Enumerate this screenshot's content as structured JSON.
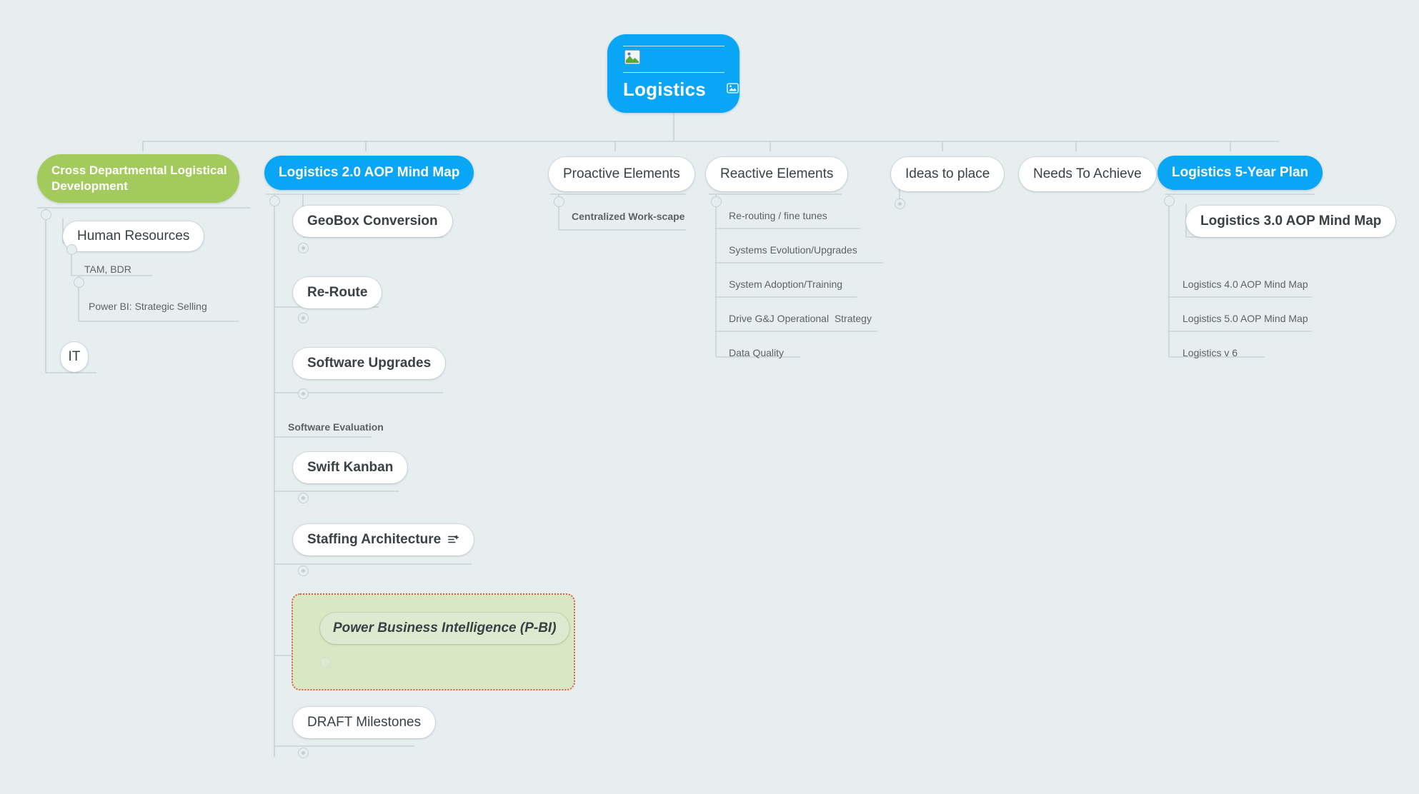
{
  "app": {
    "background_color": "#e7eef0",
    "accent_blue": "#08a6f5",
    "accent_green": "#a3ca5c",
    "selection_border": "#e05c4e",
    "selection_fill": "#d8e8c4",
    "connector_color": "#c8d3d7"
  },
  "root": {
    "label": "Logistics",
    "image_icon": "image-icon",
    "broken_image_placeholder": "broken-image-icon"
  },
  "branches": {
    "cross_departmental": {
      "label": "Cross Departmental Logistical Development",
      "line1": "Cross Departmental Logistical",
      "line2": "Development",
      "children": {
        "human_resources": "Human Resources",
        "tam_bdr": "TAM, BDR",
        "power_bi_strategic_selling": "Power BI: Strategic Selling",
        "it": "IT"
      }
    },
    "logistics_20": {
      "label": "Logistics 2.0 AOP Mind Map",
      "children": {
        "geobox_conversion": "GeoBox Conversion",
        "re_route": "Re-Route",
        "software_upgrades": "Software Upgrades",
        "software_evaluation": "Software Evaluation",
        "swift_kanban": "Swift Kanban",
        "staffing_architecture": "Staffing Architecture",
        "staffing_architecture_icon": "note-add-icon",
        "power_business_intelligence": "Power Business Intelligence (P-BI)",
        "draft_milestones": "DRAFT Milestones"
      }
    },
    "proactive_elements": {
      "label": "Proactive Elements",
      "children": {
        "centralized_workscape": "Centralized Work-scape"
      }
    },
    "reactive_elements": {
      "label": "Reactive Elements",
      "children": [
        "Re-routing / fine tunes",
        "Systems Evolution/Upgrades",
        "System Adoption/Training",
        "Drive G&J Operational  Strategy",
        "Data Quality"
      ]
    },
    "ideas_to_place": {
      "label": "Ideas to place"
    },
    "needs_to_achieve": {
      "label": "Needs To Achieve"
    },
    "logistics_5_year_plan": {
      "label": "Logistics 5-Year Plan",
      "children": [
        "Logistics 3.0 AOP Mind Map",
        "Logistics 4.0 AOP Mind Map",
        "Logistics 5.0 AOP Mind Map",
        "Logistics v 6"
      ]
    }
  }
}
